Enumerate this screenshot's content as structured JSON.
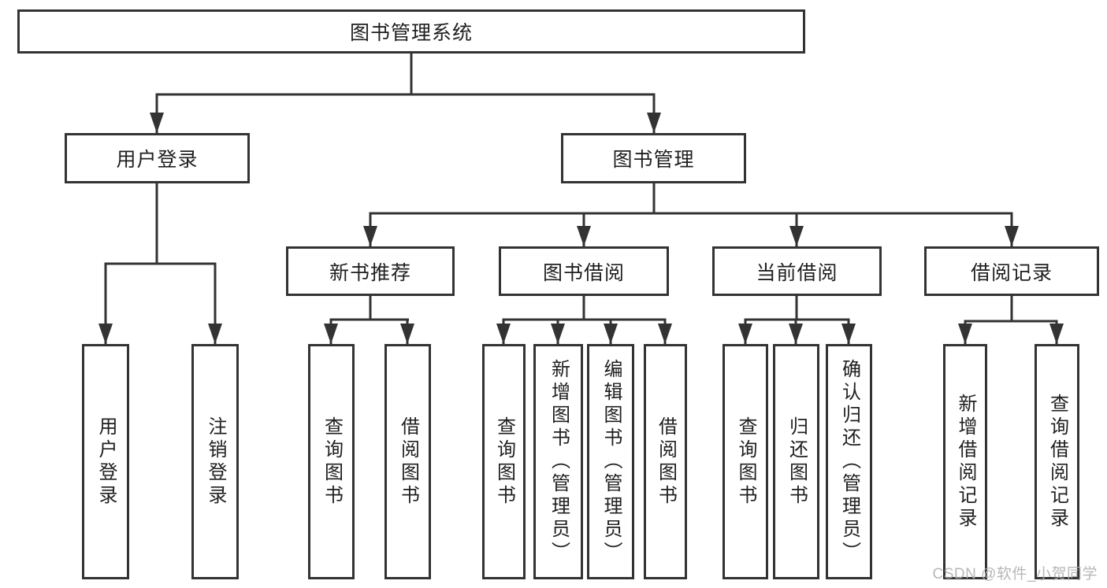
{
  "tree": {
    "label": "图书管理系统",
    "children": [
      {
        "label": "用户登录",
        "children": [
          {
            "label": "用户登录"
          },
          {
            "label": "注销登录"
          }
        ]
      },
      {
        "label": "图书管理",
        "children": [
          {
            "label": "新书推荐",
            "children": [
              {
                "label": "查询图书"
              },
              {
                "label": "借阅图书"
              }
            ]
          },
          {
            "label": "图书借阅",
            "children": [
              {
                "label": "查询图书"
              },
              {
                "label": "新增图书（管理员）"
              },
              {
                "label": "编辑图书（管理员）"
              },
              {
                "label": "借阅图书"
              }
            ]
          },
          {
            "label": "当前借阅",
            "children": [
              {
                "label": "查询图书"
              },
              {
                "label": "归还图书"
              },
              {
                "label": "确认归还（管理员）"
              }
            ]
          },
          {
            "label": "借阅记录",
            "children": [
              {
                "label": "新增借阅记录"
              },
              {
                "label": "查询借阅记录"
              }
            ]
          }
        ]
      }
    ]
  },
  "watermark": {
    "text": "CSDN @软件_小贺同学"
  },
  "colors": {
    "line": "#333333",
    "box_border": "#333333",
    "text": "#1f1f1f",
    "watermark": "#b0b0b0",
    "background": "#ffffff"
  }
}
